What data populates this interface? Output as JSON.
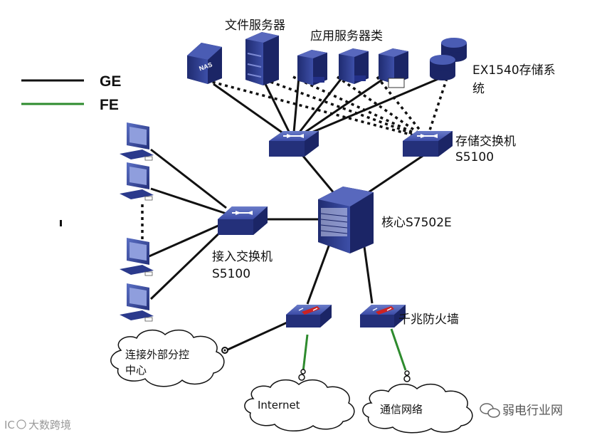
{
  "legend": {
    "ge_label": "GE",
    "fe_label": "FE",
    "ge_color": "#111111",
    "fe_color": "#2e8b2e"
  },
  "labels": {
    "file_server": "文件服务器",
    "app_servers": "应用服务器类",
    "storage_line1": "EX1540存储系",
    "storage_line2": "统",
    "storage_switch_line1": "存储交换机",
    "storage_switch_line2": "S5100",
    "core": "核心S7502E",
    "access_switch_line1": "接入交换机",
    "access_switch_line2": "S5100",
    "firewall": "千兆防火墙",
    "external_line1": "连接外部分控",
    "external_line2": "中心",
    "internet": "Internet",
    "telecom": "通信网络",
    "nas": "NAS"
  },
  "watermarks": {
    "bottom_left": "大数跨境",
    "bottom_right": "弱电行业网"
  },
  "colors": {
    "device_blue": "#2b3a8c",
    "device_light": "#5566b8",
    "line": "#111111",
    "fe_green": "#2e8b2e",
    "firewall_red": "#cc2222"
  }
}
